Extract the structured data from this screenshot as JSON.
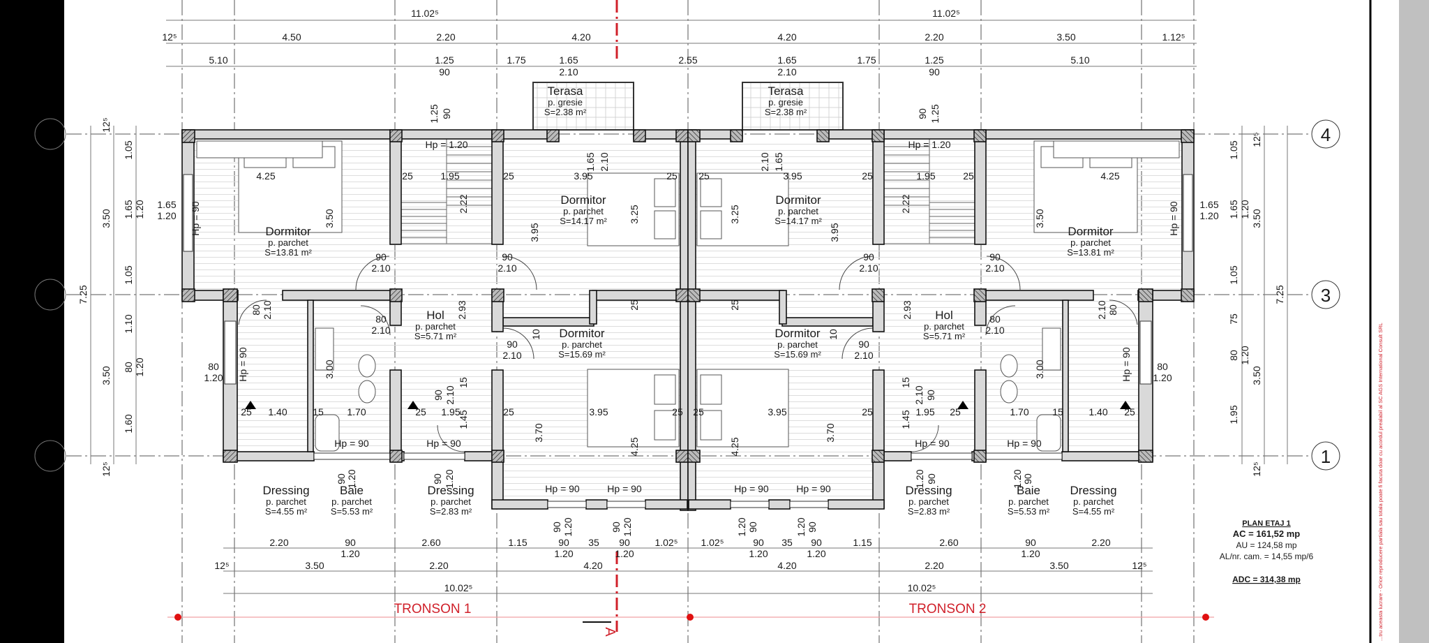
{
  "sheet": {
    "title": "PLAN ETAJ 1",
    "ac": "AC = 161,52 mp",
    "au": "AU = 124,58 mp",
    "al": "AL/nr. cam. = 14,55 mp/6",
    "adc": "ADC = 314,38 mp"
  },
  "copyright_note": "...tru aceasta lucrare - Orice reproducere partiala sau totala poate fi facuta doar cu acordul prealabil al SC AGS International Consult SRL",
  "tronsons": [
    "TRONSON 1",
    "TRONSON 2"
  ],
  "section_mark": "A",
  "grid_axes": [
    "4",
    "3",
    "1"
  ],
  "rooms": [
    {
      "name": "Terasa",
      "floor": "p. gresie",
      "area": "S=2.38 m²"
    },
    {
      "name": "Terasa",
      "floor": "p. gresie",
      "area": "S=2.38 m²"
    },
    {
      "name": "Dormitor",
      "floor": "p. parchet",
      "area": "S=13.81 m²"
    },
    {
      "name": "Dormitor",
      "floor": "p. parchet",
      "area": "S=14.17 m²"
    },
    {
      "name": "Dormitor",
      "floor": "p. parchet",
      "area": "S=14.17 m²"
    },
    {
      "name": "Dormitor",
      "floor": "p. parchet",
      "area": "S=13.81 m²"
    },
    {
      "name": "Hol",
      "floor": "p. parchet",
      "area": "S=5.71 m²"
    },
    {
      "name": "Hol",
      "floor": "p. parchet",
      "area": "S=5.71 m²"
    },
    {
      "name": "Dormitor",
      "floor": "p. parchet",
      "area": "S=15.69 m²"
    },
    {
      "name": "Dormitor",
      "floor": "p. parchet",
      "area": "S=15.69 m²"
    },
    {
      "name": "Dressing",
      "floor": "p. parchet",
      "area": "S=4.55 m²"
    },
    {
      "name": "Baie",
      "floor": "p. parchet",
      "area": "S=5.53 m²"
    },
    {
      "name": "Dressing",
      "floor": "p. parchet",
      "area": "S=2.83 m²"
    },
    {
      "name": "Dressing",
      "floor": "p. parchet",
      "area": "S=2.83 m²"
    },
    {
      "name": "Baie",
      "floor": "p. parchet",
      "area": "S=5.53 m²"
    },
    {
      "name": "Dressing",
      "floor": "p. parchet",
      "area": "S=4.55 m²"
    }
  ],
  "dims": {
    "top": [
      "11.02⁵",
      "11.02⁵",
      "12⁵",
      "4.50",
      "2.20",
      "4.20",
      "4.20",
      "2.20",
      "3.50",
      "1.12⁵",
      "5.10",
      "1.25",
      "90",
      "1.75",
      "1.65",
      "2.10",
      "2.55",
      "1.65",
      "2.10",
      "1.75",
      "1.25",
      "90",
      "5.10"
    ],
    "bottom": [
      "2.20",
      "90",
      "1.20",
      "2.60",
      "1.15",
      "90",
      "1.20",
      "35",
      "90",
      "1.20",
      "1.02⁵",
      "1.02⁵",
      "90",
      "1.20",
      "35",
      "90",
      "1.20",
      "1.15",
      "2.60",
      "90",
      "1.20",
      "2.20",
      "12⁵",
      "3.50",
      "2.20",
      "4.20",
      "4.20",
      "2.20",
      "3.50",
      "12⁵",
      "10.02⁵",
      "10.02⁵"
    ],
    "left_outer": [
      "12⁵",
      "1.05",
      "3.50",
      "1.65",
      "1.20",
      "1.05",
      "7.25",
      "1.10",
      "3.50",
      "80",
      "1.20",
      "1.60",
      "12⁵"
    ],
    "right_outer": [
      "12⁵",
      "1.05",
      "3.50",
      "1.65",
      "1.20",
      "1.05",
      "7.25",
      "75",
      "80",
      "1.20",
      "3.50",
      "1.95",
      "12⁵"
    ],
    "interior_left": [
      "4.25",
      "25",
      "1.95",
      "25",
      "3.95",
      "25",
      "Hp = 1.20",
      "1.25",
      "90",
      "1.65",
      "2.10",
      "2.22",
      "3.50",
      "3.95",
      "3.25",
      "Hp = 90",
      "1.65",
      "1.20",
      "90",
      "2.10",
      "90",
      "2.10",
      "80",
      "2.10",
      "2.93",
      "25",
      "80",
      "2.10",
      "10",
      "90",
      "2.10",
      "80",
      "1.20",
      "Hp = 90",
      "3.00",
      "90",
      "2.10",
      "15",
      "1.45",
      "25",
      "1.40",
      "15",
      "1.70",
      "25",
      "1.95",
      "25",
      "3.95",
      "25",
      "3.70",
      "4.25",
      "Hp = 90",
      "Hp = 90",
      "90",
      "1.20",
      "90",
      "1.20",
      "Hp = 90",
      "Hp = 90",
      "90",
      "1.20",
      "90",
      "1.20"
    ],
    "interior_right": [
      "4.25",
      "25",
      "1.95",
      "25",
      "3.95",
      "25",
      "Hp = 1.20",
      "1.25",
      "90",
      "1.65",
      "2.10",
      "2.22",
      "3.50",
      "3.95",
      "3.25",
      "Hp = 90",
      "1.65",
      "1.20",
      "90",
      "2.10",
      "90",
      "2.10",
      "80",
      "2.10",
      "2.93",
      "25",
      "80",
      "2.10",
      "10",
      "90",
      "2.10",
      "80",
      "1.20",
      "Hp = 90",
      "3.00",
      "90",
      "2.10",
      "15",
      "1.45",
      "25",
      "1.40",
      "15",
      "1.70",
      "25",
      "1.95",
      "25",
      "3.95",
      "25",
      "3.70",
      "4.25",
      "Hp = 90",
      "Hp = 90",
      "90",
      "1.20",
      "90",
      "1.20",
      "Hp = 90",
      "Hp = 90",
      "90",
      "1.20",
      "90",
      "1.20"
    ]
  },
  "colors": {
    "accent_red": "#d0202a",
    "wall_fill": "#d9d9d9",
    "frame_left": "#000000",
    "frame_right": "#c0c0c0"
  }
}
